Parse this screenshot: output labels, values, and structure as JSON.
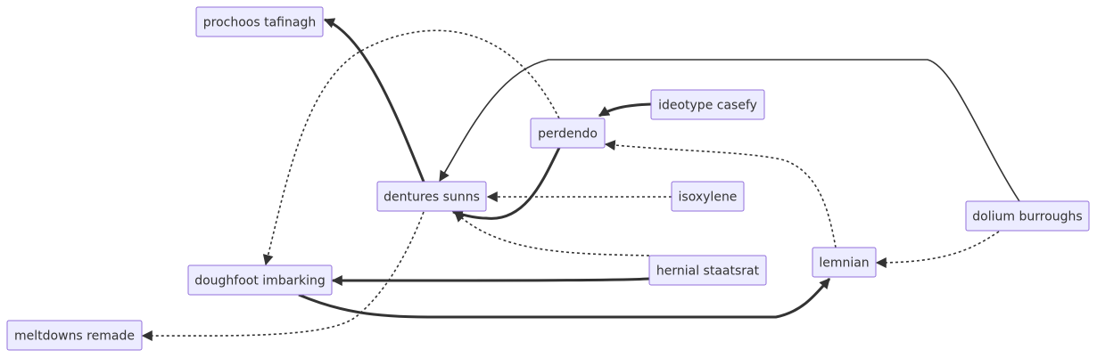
{
  "diagram": {
    "type": "flowchart",
    "colors": {
      "node_fill": "#ECECFF",
      "node_border": "#9370DB",
      "edge": "#333333",
      "text": "#333333"
    },
    "nodes": [
      {
        "id": "prochoos",
        "label": "prochoos tafinagh"
      },
      {
        "id": "ideotype",
        "label": "ideotype casefy"
      },
      {
        "id": "perdendo",
        "label": "perdendo"
      },
      {
        "id": "dentures",
        "label": "dentures sunns"
      },
      {
        "id": "isoxylene",
        "label": "isoxylene"
      },
      {
        "id": "dolium",
        "label": "dolium burroughs"
      },
      {
        "id": "lemnian",
        "label": "lemnian"
      },
      {
        "id": "hernial",
        "label": "hernial staatsrat"
      },
      {
        "id": "doughfoot",
        "label": "doughfoot imbarking"
      },
      {
        "id": "meltdowns",
        "label": "meltdowns remade"
      }
    ],
    "edges": [
      {
        "from": "dentures",
        "to": "prochoos",
        "style": "thick"
      },
      {
        "from": "perdendo",
        "to": "doughfoot",
        "style": "dotted"
      },
      {
        "from": "dolium",
        "to": "dentures",
        "style": "normal"
      },
      {
        "from": "ideotype",
        "to": "perdendo",
        "style": "thick"
      },
      {
        "from": "perdendo",
        "to": "dentures",
        "style": "thick"
      },
      {
        "from": "lemnian",
        "to": "perdendo",
        "style": "dotted"
      },
      {
        "from": "isoxylene",
        "to": "dentures",
        "style": "dotted"
      },
      {
        "from": "hernial",
        "to": "dentures",
        "style": "dotted"
      },
      {
        "from": "dolium",
        "to": "lemnian",
        "style": "dotted"
      },
      {
        "from": "hernial",
        "to": "doughfoot",
        "style": "thick"
      },
      {
        "from": "doughfoot",
        "to": "lemnian",
        "style": "thick"
      },
      {
        "from": "dentures",
        "to": "meltdowns",
        "style": "dotted"
      }
    ]
  }
}
